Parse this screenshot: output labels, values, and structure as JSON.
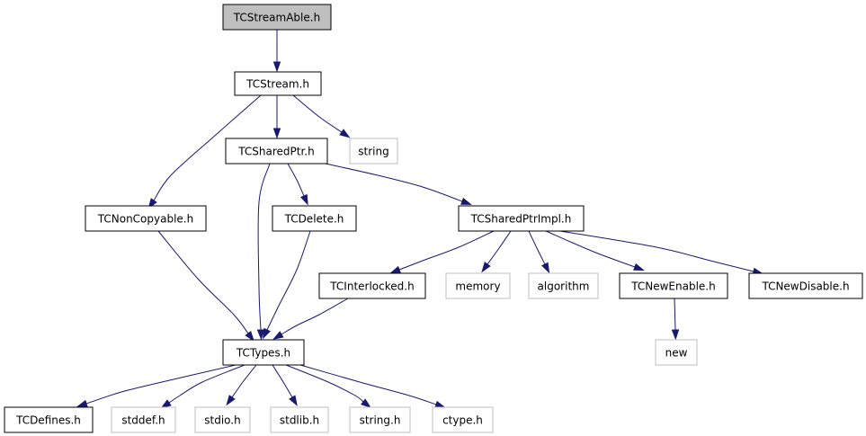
{
  "colors": {
    "edge": "#191970",
    "node_border_local": "#000000",
    "node_border_external": "#bfbfbf",
    "node_fill": "#ffffff",
    "root_fill": "#bfbfbf"
  },
  "nodes": [
    {
      "id": "streamable",
      "label": "TCStreamAble.h",
      "kind": "root"
    },
    {
      "id": "stream",
      "label": "TCStream.h",
      "kind": "local"
    },
    {
      "id": "string_cpp",
      "label": "string",
      "kind": "external"
    },
    {
      "id": "sharedptr",
      "label": "TCSharedPtr.h",
      "kind": "local"
    },
    {
      "id": "noncopyable",
      "label": "TCNonCopyable.h",
      "kind": "local"
    },
    {
      "id": "delete",
      "label": "TCDelete.h",
      "kind": "local"
    },
    {
      "id": "sharedptrimpl",
      "label": "TCSharedPtrImpl.h",
      "kind": "local"
    },
    {
      "id": "interlocked",
      "label": "TCInterlocked.h",
      "kind": "local"
    },
    {
      "id": "memory",
      "label": "memory",
      "kind": "external"
    },
    {
      "id": "algorithm",
      "label": "algorithm",
      "kind": "external"
    },
    {
      "id": "newenable",
      "label": "TCNewEnable.h",
      "kind": "local"
    },
    {
      "id": "newdisable",
      "label": "TCNewDisable.h",
      "kind": "local"
    },
    {
      "id": "new",
      "label": "new",
      "kind": "external"
    },
    {
      "id": "types",
      "label": "TCTypes.h",
      "kind": "local"
    },
    {
      "id": "defines",
      "label": "TCDefines.h",
      "kind": "local"
    },
    {
      "id": "stddef",
      "label": "stddef.h",
      "kind": "external"
    },
    {
      "id": "stdio",
      "label": "stdio.h",
      "kind": "external"
    },
    {
      "id": "stdlib",
      "label": "stdlib.h",
      "kind": "external"
    },
    {
      "id": "string_h",
      "label": "string.h",
      "kind": "external"
    },
    {
      "id": "ctype",
      "label": "ctype.h",
      "kind": "external"
    }
  ],
  "edges": [
    {
      "from": "streamable",
      "to": "stream"
    },
    {
      "from": "stream",
      "to": "noncopyable"
    },
    {
      "from": "stream",
      "to": "sharedptr"
    },
    {
      "from": "stream",
      "to": "string_cpp"
    },
    {
      "from": "sharedptr",
      "to": "types"
    },
    {
      "from": "sharedptr",
      "to": "delete"
    },
    {
      "from": "sharedptr",
      "to": "sharedptrimpl"
    },
    {
      "from": "noncopyable",
      "to": "types"
    },
    {
      "from": "delete",
      "to": "types"
    },
    {
      "from": "sharedptrimpl",
      "to": "interlocked"
    },
    {
      "from": "sharedptrimpl",
      "to": "memory"
    },
    {
      "from": "sharedptrimpl",
      "to": "algorithm"
    },
    {
      "from": "sharedptrimpl",
      "to": "newenable"
    },
    {
      "from": "sharedptrimpl",
      "to": "newdisable"
    },
    {
      "from": "interlocked",
      "to": "types"
    },
    {
      "from": "newenable",
      "to": "new"
    },
    {
      "from": "types",
      "to": "defines"
    },
    {
      "from": "types",
      "to": "stddef"
    },
    {
      "from": "types",
      "to": "stdio"
    },
    {
      "from": "types",
      "to": "stdlib"
    },
    {
      "from": "types",
      "to": "string_h"
    },
    {
      "from": "types",
      "to": "ctype"
    }
  ]
}
